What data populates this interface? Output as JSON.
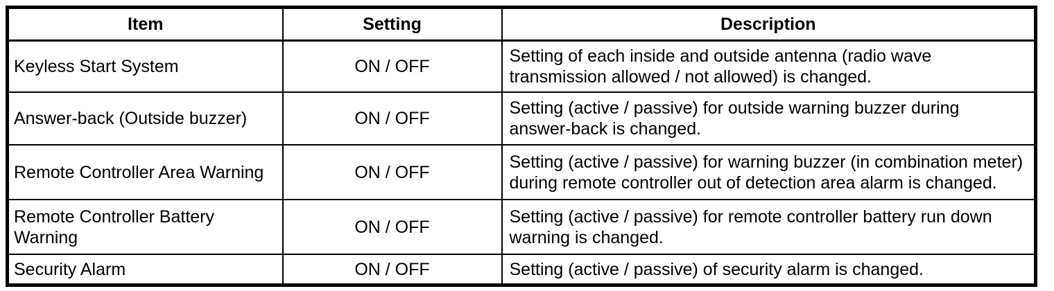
{
  "table": {
    "headers": {
      "item": "Item",
      "setting": "Setting",
      "description": "Description"
    },
    "rows": [
      {
        "item": "Keyless Start System",
        "setting": "ON / OFF",
        "description": "Setting of each inside and outside antenna (radio wave transmission allowed / not allowed) is changed."
      },
      {
        "item": "Answer-back (Outside buzzer)",
        "setting": "ON / OFF",
        "description": "Setting (active / passive) for outside warning buzzer during answer-back is changed."
      },
      {
        "item": "Remote Controller Area Warning",
        "setting": "ON / OFF",
        "description": "Setting (active / passive) for warning buzzer (in combination meter) during remote controller out of detection area alarm is changed."
      },
      {
        "item": "Remote Controller Battery Warning",
        "setting": "ON / OFF",
        "description": "Setting (active / passive) for remote controller battery run down warning is changed."
      },
      {
        "item": "Security Alarm",
        "setting": "ON / OFF",
        "description": "Setting (active / passive) of security alarm is changed."
      }
    ],
    "colors": {
      "border": "#000000",
      "background": "#ffffff",
      "text": "#000000"
    }
  }
}
